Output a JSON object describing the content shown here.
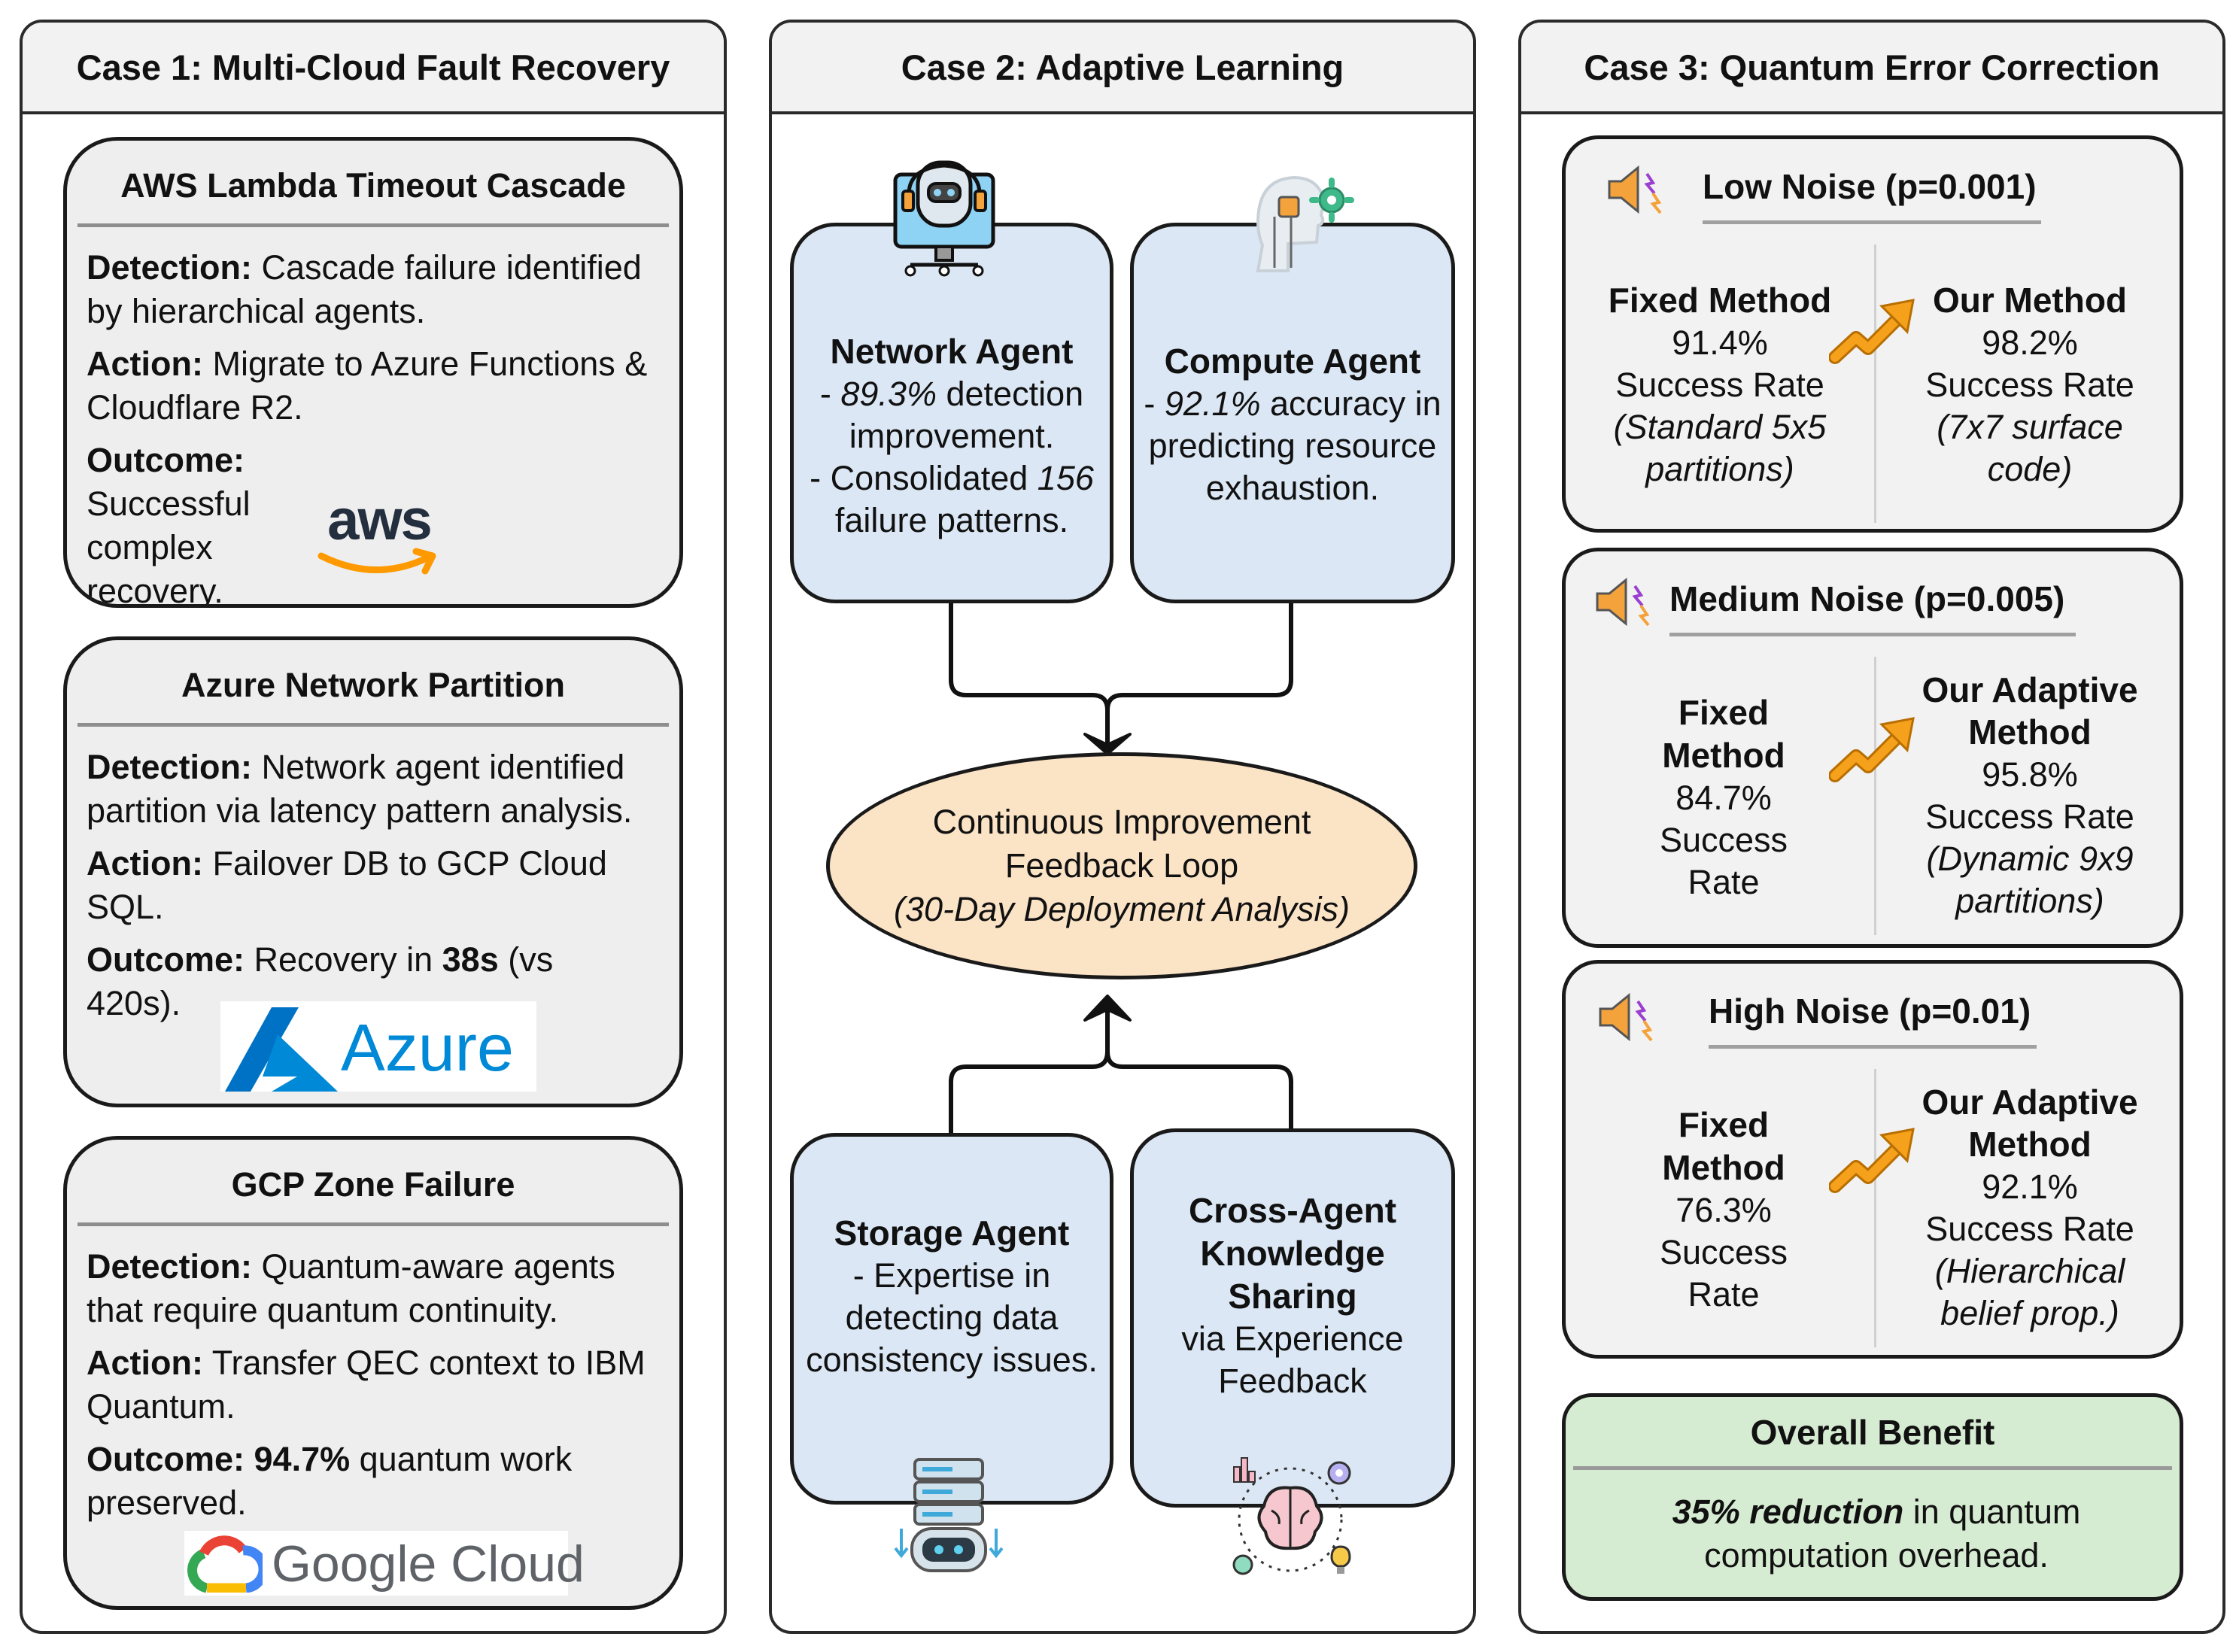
{
  "case1": {
    "title": "Case 1: Multi-Cloud Fault Recovery",
    "aws": {
      "title": "AWS Lambda Timeout Cascade",
      "detection_label": "Detection:",
      "detection_text": "Cascade failure identified by hierarchical agents.",
      "action_label": "Action:",
      "action_text": "Migrate to Azure Functions & Cloudflare R2.",
      "outcome_label": "Outcome:",
      "outcome_text": "Successful complex recovery.",
      "logo_text": "aws"
    },
    "azure": {
      "title": "Azure Network Partition",
      "detection_label": "Detection:",
      "detection_text": "Network agent identified partition via latency pattern analysis.",
      "action_label": "Action:",
      "action_text": "Failover DB to GCP Cloud SQL.",
      "outcome_label": "Outcome:",
      "outcome_pre": "Recovery in",
      "outcome_bold": "38s",
      "outcome_post": "(vs 420s).",
      "logo_text": "Azure"
    },
    "gcp": {
      "title": "GCP Zone Failure",
      "detection_label": "Detection:",
      "detection_text": "Quantum-aware agents that require quantum continuity.",
      "action_label": "Action:",
      "action_text": "Transfer QEC context to IBM Quantum.",
      "outcome_label": "Outcome:",
      "outcome_bold": "94.7%",
      "outcome_post": "quantum work preserved.",
      "logo_text": "Google Cloud"
    }
  },
  "case2": {
    "title": "Case 2: Adaptive Learning",
    "network": {
      "title": "Network Agent",
      "line1_italic": "89.3%",
      "line1_rest": "detection improvement.",
      "line2_pre": "- Consolidated",
      "line2_italic": "156",
      "line2_post": "failure patterns."
    },
    "compute": {
      "title": "Compute Agent",
      "line_italic": "92.1%",
      "line_rest": "accuracy in predicting resource exhaustion."
    },
    "loop": {
      "line1": "Continuous Improvement",
      "line2": "Feedback Loop",
      "line3": "(30-Day Deployment Analysis)"
    },
    "storage": {
      "title": "Storage Agent",
      "text": "- Expertise in detecting data consistency issues."
    },
    "cross": {
      "title": "Cross-Agent Knowledge Sharing",
      "text": "via Experience Feedback"
    }
  },
  "case3": {
    "title": "Case 3: Quantum Error Correction",
    "low": {
      "title": "Low Noise (p=0.001)",
      "fixed_title": "Fixed Method",
      "fixed_value": "91.4%",
      "fixed_label": "Success Rate",
      "fixed_note": "(Standard 5x5 partitions)",
      "our_title": "Our Method",
      "our_value": "98.2%",
      "our_label": "Success Rate",
      "our_note": "(7x7 surface code)"
    },
    "medium": {
      "title": "Medium Noise (p=0.005)",
      "fixed_title": "Fixed Method",
      "fixed_value": "84.7%",
      "fixed_label": "Success Rate",
      "our_title": "Our Adaptive Method",
      "our_value": "95.8%",
      "our_label": "Success Rate",
      "our_note": "(Dynamic 9x9 partitions)"
    },
    "high": {
      "title": "High Noise (p=0.01)",
      "fixed_title": "Fixed Method",
      "fixed_value": "76.3%",
      "fixed_label": "Success Rate",
      "our_title": "Our Adaptive Method",
      "our_value": "92.1%",
      "our_label": "Success Rate",
      "our_note": "(Hierarchical belief prop.)"
    },
    "benefit": {
      "title": "Overall Benefit",
      "bold": "35% reduction",
      "text": "in quantum computation overhead."
    }
  },
  "colors": {
    "card_gray": "#eeeeee",
    "agent_blue": "#dbe7f4",
    "loop_orange": "#fbe3c6",
    "benefit_green": "#d6ecd2",
    "arrow_orange": "#f5a11c",
    "aws_orange": "#ff9900",
    "azure_blue": "#0089d6"
  }
}
